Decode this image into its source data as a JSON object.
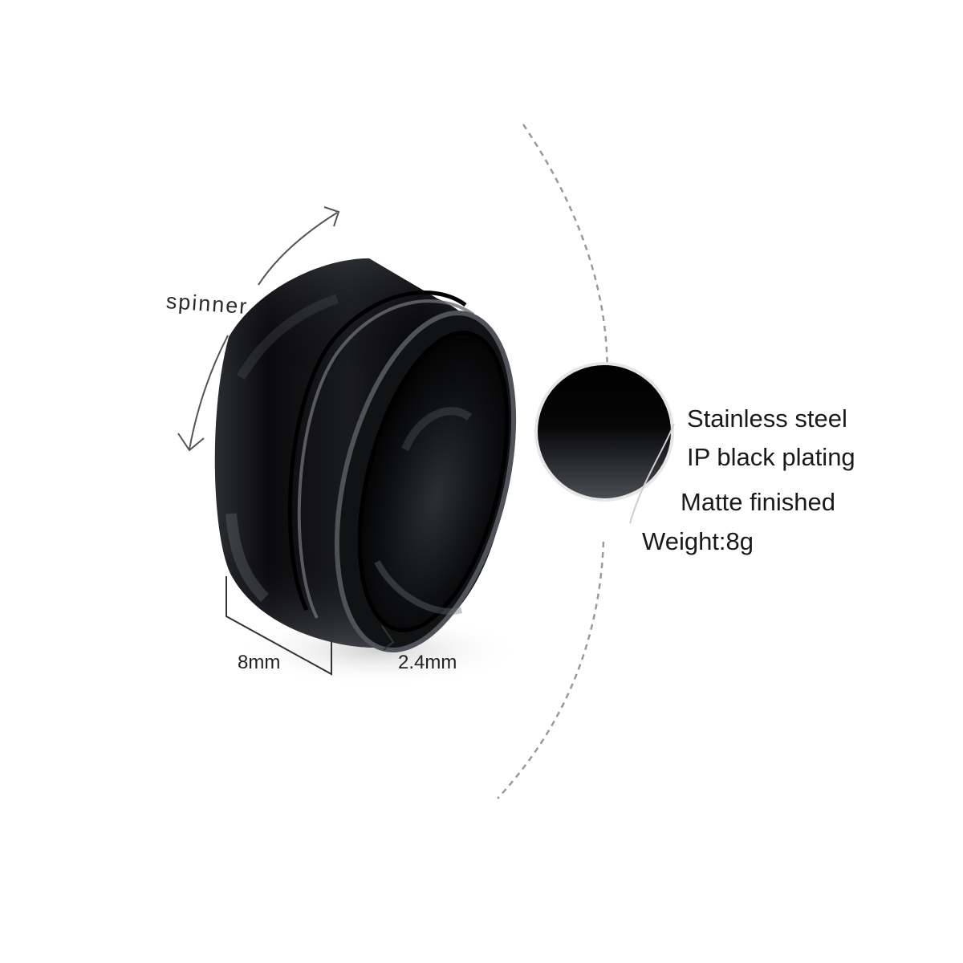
{
  "product": {
    "type": "spinner ring",
    "colors": {
      "ring_body": "#0d0d0f",
      "ring_highlight": "#5a5d63",
      "dashed_arc": "#9a9a9a",
      "background": "#ffffff"
    }
  },
  "annotations": {
    "rotation_label": "spinner",
    "width_label": "8mm",
    "thickness_label": "2.4mm"
  },
  "specs": [
    "Stainless steel",
    "IP black plating",
    "Matte finished",
    "Weight:8g"
  ]
}
